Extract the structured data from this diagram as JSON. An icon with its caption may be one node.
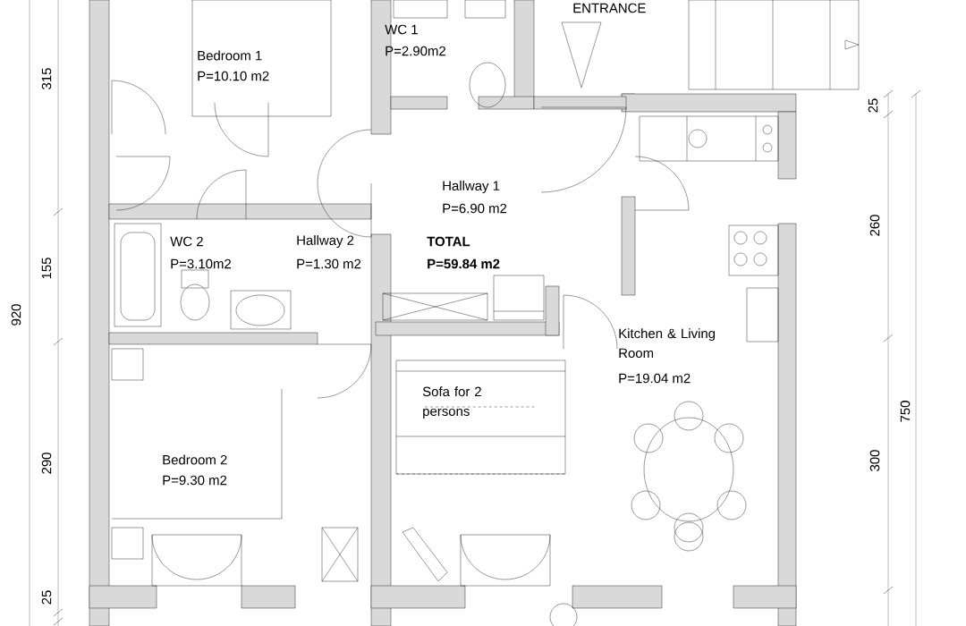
{
  "diagram": {
    "labels": [
      "ENTRANCE",
      "WC 1",
      "P=2.90m2",
      "Bedroom 1",
      "P=10.10 m2",
      "315",
      "25",
      "Hallway 1",
      "P=6.90 m2",
      "260",
      "WC 2",
      "P=3.10m2",
      "Hallway 2",
      "P=1.30 m2",
      "TOTAL",
      "P=59.84 m2",
      "155",
      "920",
      "Kitchen & Living Room",
      "P=19.04 m2",
      "Sofa for 2 persons",
      "750",
      "Bedroom 2",
      "P=9.30 m2",
      "290",
      "300",
      "25"
    ]
  }
}
